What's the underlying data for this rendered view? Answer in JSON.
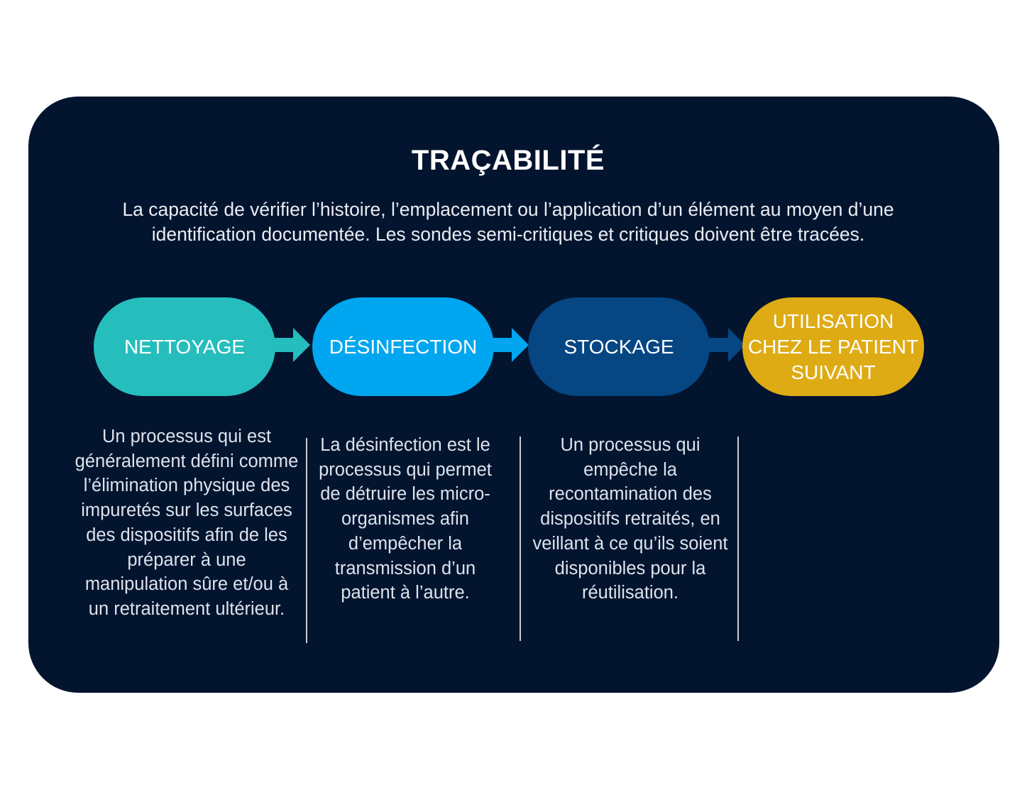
{
  "title": "TRAÇABILITÉ",
  "subtitle": "La capacité de vérifier l’histoire, l’emplacement ou l’application d’un élément au moyen d’une identification documentée. Les sondes semi-critiques et critiques doivent être tracées.",
  "steps": [
    {
      "label": "NETTOYAGE",
      "color": "#26bdbd",
      "description": "Un processus qui est généralement défini comme l’élimination physique des impuretés sur les surfaces des dispositifs afin de les préparer à une manipulation sûre et/ou à un retraitement ultérieur."
    },
    {
      "label": "DÉSINFECTION",
      "color": "#00a6ef",
      "description": "La désinfection est le processus qui permet de détruire les micro-organismes afin d’empêcher la transmission d’un patient à l’autre."
    },
    {
      "label": "STOCKAGE",
      "color": "#064683",
      "description": "Un processus qui empêche la recontamination des dispositifs retraités, en veillant à ce qu’ils soient disponibles pour la réutilisation."
    },
    {
      "label": "UTILISATION CHEZ LE PATIENT SUIVANT",
      "color": "#deab15"
    }
  ],
  "colors": {
    "background": "#03142f",
    "arrow_1": "#26bdbd",
    "arrow_2": "#00a6ef",
    "arrow_3": "#064683"
  }
}
